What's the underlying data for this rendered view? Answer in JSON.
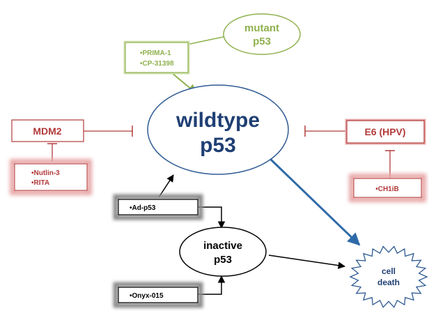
{
  "nodes": {
    "mutant_p53": {
      "line1": "mutant",
      "line2": "p53",
      "color": "#8fb14e"
    },
    "green_drugs": {
      "line1": "•PRIMA-1",
      "line2": "•CP-31398",
      "color": "#8fb14e"
    },
    "wildtype_p53": {
      "line1": "wildtype",
      "line2": "p53",
      "color": "#1f3f73",
      "border": "#2f5b94"
    },
    "mdm2": {
      "label": "MDM2",
      "color": "#b23a3a"
    },
    "mdm2_drugs": {
      "line1": "•Nutlin-3",
      "line2": "•RITA",
      "color": "#b23a3a"
    },
    "e6_hpv": {
      "label": "E6 (HPV)",
      "color": "#b23a3a"
    },
    "e6_drug": {
      "label": "•CH1iB",
      "color": "#b23a3a"
    },
    "ad_p53": {
      "label": "•Ad-p53",
      "color": "#000000"
    },
    "inactive_p53": {
      "line1": "inactive",
      "line2": "p53",
      "color": "#000000"
    },
    "onyx": {
      "label": "•Onyx-015",
      "color": "#000000"
    },
    "cell_death": {
      "line1": "cell",
      "line2": "death",
      "color": "#1f3f73",
      "border": "#2f5b94"
    }
  },
  "colors": {
    "green": "#8fb14e",
    "red": "#b23a3a",
    "blue": "#2f6aa8",
    "black": "#000000"
  }
}
